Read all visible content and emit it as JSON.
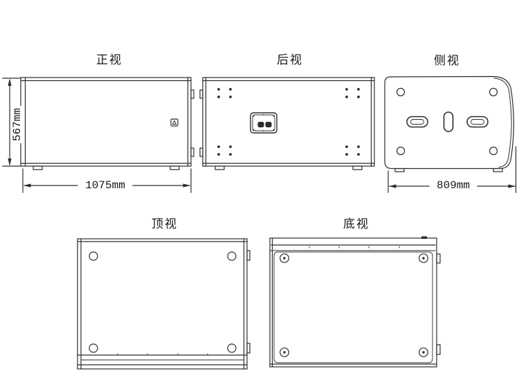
{
  "drawing": {
    "views": [
      {
        "id": "front",
        "title": "正视"
      },
      {
        "id": "rear",
        "title": "后视"
      },
      {
        "id": "side",
        "title": "侧视"
      },
      {
        "id": "top",
        "title": "顶视"
      },
      {
        "id": "bottom",
        "title": "底视"
      }
    ],
    "dimensions": {
      "height_label": "567mm",
      "width_label": "1075mm",
      "depth_label": "809mm"
    },
    "colors": {
      "line": "#2b2b2b",
      "background": "#ffffff"
    }
  }
}
